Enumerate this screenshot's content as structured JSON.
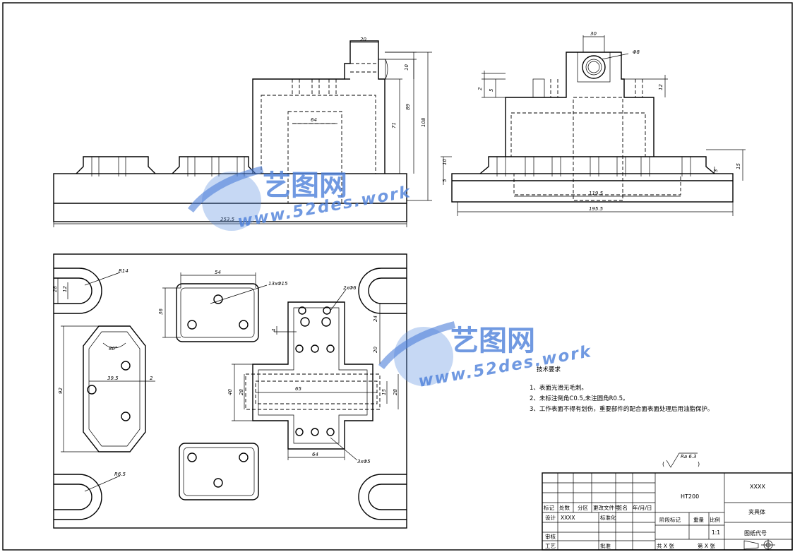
{
  "front_view": {
    "dim_top_width": "20",
    "dim_small_height": "10",
    "dim_inner_width": "64",
    "dim_h1": "71",
    "dim_h2": "89",
    "dim_h3": "108",
    "dim_total_length": "253.5"
  },
  "side_view": {
    "dim_top_width": "30",
    "dim_bore": "Φ8",
    "dim_a": "2",
    "dim_b": "5",
    "dim_c": "12",
    "dim_d": "10",
    "dim_e": "5",
    "dim_f": "3",
    "dim_g": "15",
    "dim_inner_length": "119.5",
    "dim_total_length": "195.5"
  },
  "plan_view": {
    "dim_slot_radius": "R14",
    "dim_slot_width": "28",
    "dim_slot_inner": "12",
    "dim_pad_width": "54",
    "dim_pad_height": "36",
    "dim_thread_holes": "13xΦ15",
    "dim_holes_top": "2xΦ6",
    "dim_angle": "80°",
    "dim_pocket_width": "39.5",
    "dim_pocket_gap": "2",
    "dim_pocket_height": "92",
    "dim_c1": "24",
    "dim_c2": "20",
    "dim_c3": "4",
    "dim_c4": "40",
    "dim_c5": "28",
    "dim_c6": "65",
    "dim_c7": "15",
    "dim_c8": "28",
    "dim_c9": "64",
    "dim_holes_bottom": "3xΦ5",
    "dim_r_bottom": "R6.5"
  },
  "watermark": {
    "brand": "艺图网",
    "site": "www.52des.work"
  },
  "notes": {
    "title": "技术要求",
    "items": [
      "1、表面光滑无毛刺。",
      "2、未标注倒角C0.5,未注圆角R0.5。",
      "3、工作表面不得有划伤，重要部件的配合面表面处理后用油脂保护。"
    ]
  },
  "roughness": {
    "label": "Ra 6.3"
  },
  "title_block": {
    "material": "HT200",
    "company": "XXXX",
    "part_name": "夹具体",
    "drawing_no": "图纸代号",
    "stage_mark": "阶段标记",
    "weight": "重量",
    "scale_label": "比例",
    "scale_value": "1:1",
    "mark": "标记",
    "count": "处数",
    "zone": "分区",
    "change_doc": "更改文件号",
    "signature": "签名",
    "date": "年/月/日",
    "design": "设计",
    "designer": "XXXX",
    "standardize": "标准化",
    "review": "审核",
    "process": "工艺",
    "approve": "批准",
    "total_sheets": "共 X 张",
    "sheet_no": "第 X 张"
  }
}
